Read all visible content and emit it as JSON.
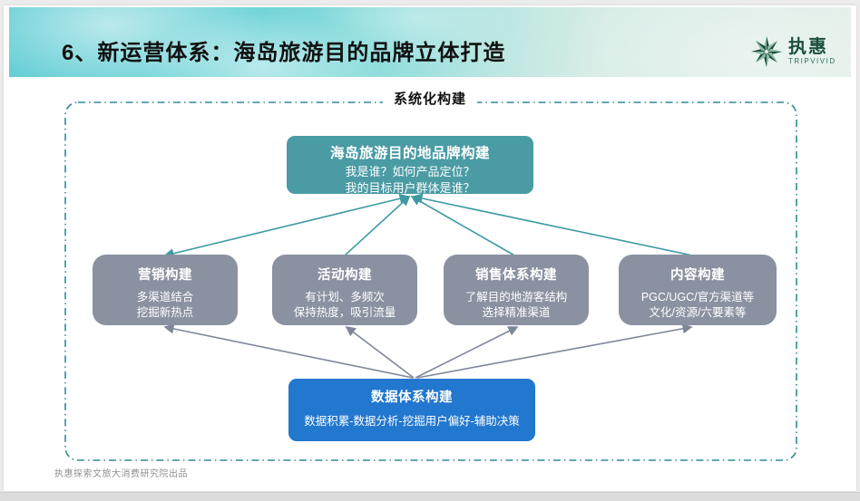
{
  "header": {
    "title": "6、新运营体系：海岛旅游目的品牌立体打造",
    "logo_name": "执惠",
    "logo_sub": "TRIPVIVID"
  },
  "diagram": {
    "section_label": "系统化构建",
    "top_box": {
      "title": "海岛旅游目的地品牌构建",
      "line1": "我是谁？如何产品定位？",
      "line2": "我的目标用户群体是谁？"
    },
    "middle_boxes": [
      {
        "title": "营销构建",
        "line1": "多渠道结合",
        "line2": "挖掘新热点"
      },
      {
        "title": "活动构建",
        "line1": "有计划、多频次",
        "line2": "保持热度，吸引流量"
      },
      {
        "title": "销售体系构建",
        "line1": "了解目的地游客结构",
        "line2": "选择精准渠道"
      },
      {
        "title": "内容构建",
        "line1": "PGC/UGC/官方渠道等",
        "line2": "文化/资源/六要素等"
      }
    ],
    "bottom_box": {
      "title": "数据体系构建",
      "line1": "数据积累-数据分析-挖掘用户偏好-辅助决策"
    }
  },
  "footer": {
    "credit": "执惠探索文旅大消费研究院出品"
  },
  "colors": {
    "top_box": "#4a9ba4",
    "middle_box": "#8a92a1",
    "bottom_box": "#2277cf",
    "teal_connector": "#3d9aa3",
    "gray_connector": "#7e8798",
    "dashed_border": "#2e8c95",
    "logo_green": "#1b4f3e",
    "ocean": "#5fccd4",
    "sand": "#e3efe9"
  }
}
